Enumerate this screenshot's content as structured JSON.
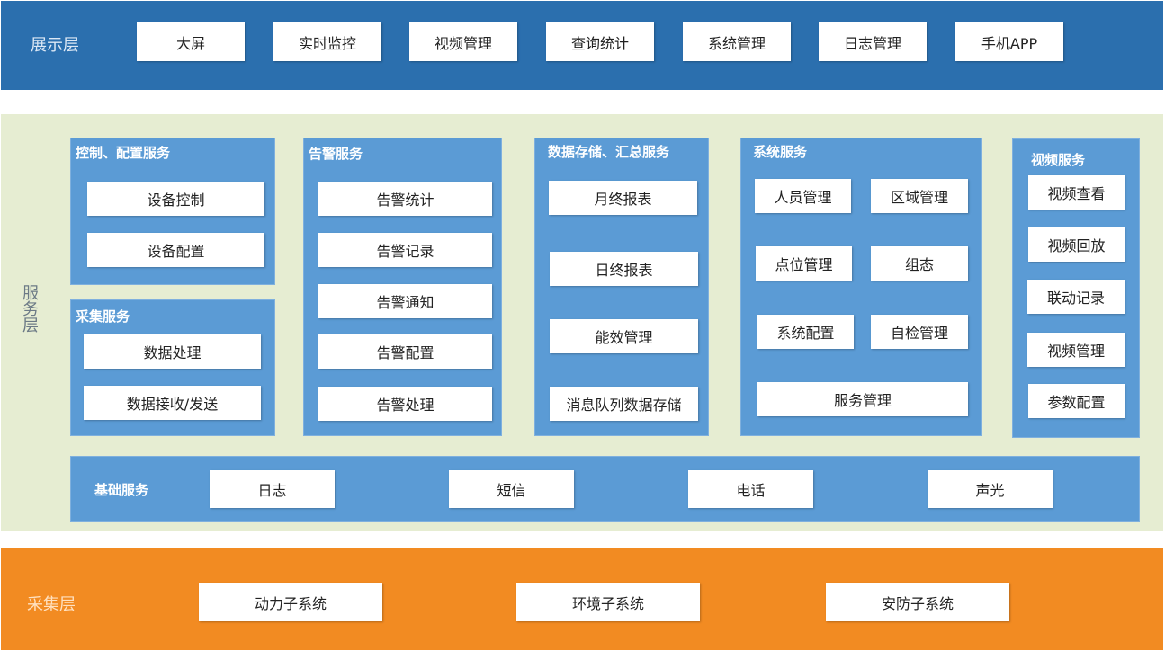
{
  "display_layer": {
    "title": "展示层",
    "items": [
      "大屏",
      "实时监控",
      "视频管理",
      "查询统计",
      "系统管理",
      "日志管理",
      "手机APP"
    ]
  },
  "service_layer": {
    "title": [
      "服",
      "务",
      "层"
    ],
    "control_config": {
      "title": "控制、配置服务",
      "items": [
        "设备控制",
        "设备配置"
      ]
    },
    "collect_service": {
      "title": "采集服务",
      "items": [
        "数据处理",
        "数据接收/发送"
      ]
    },
    "alarm": {
      "title": "告警服务",
      "items": [
        "告警统计",
        "告警记录",
        "告警通知",
        "告警配置",
        "告警处理"
      ]
    },
    "data_storage": {
      "title": "数据存储、汇总服务",
      "items": [
        "月终报表",
        "日终报表",
        "能效管理",
        "消息队列数据存储"
      ]
    },
    "system_service": {
      "title": "系统服务",
      "items": [
        "人员管理",
        "区域管理",
        "点位管理",
        "组态",
        "系统配置",
        "自检管理",
        "服务管理"
      ]
    },
    "video_service": {
      "title": "视频服务",
      "items": [
        "视频查看",
        "视频回放",
        "联动记录",
        "视频管理",
        "参数配置"
      ]
    },
    "basic_service": {
      "title": "基础服务",
      "items": [
        "日志",
        "短信",
        "电话",
        "声光"
      ]
    }
  },
  "collect_layer": {
    "title": "采集层",
    "items": [
      "动力子系统",
      "环境子系统",
      "安防子系统"
    ]
  }
}
